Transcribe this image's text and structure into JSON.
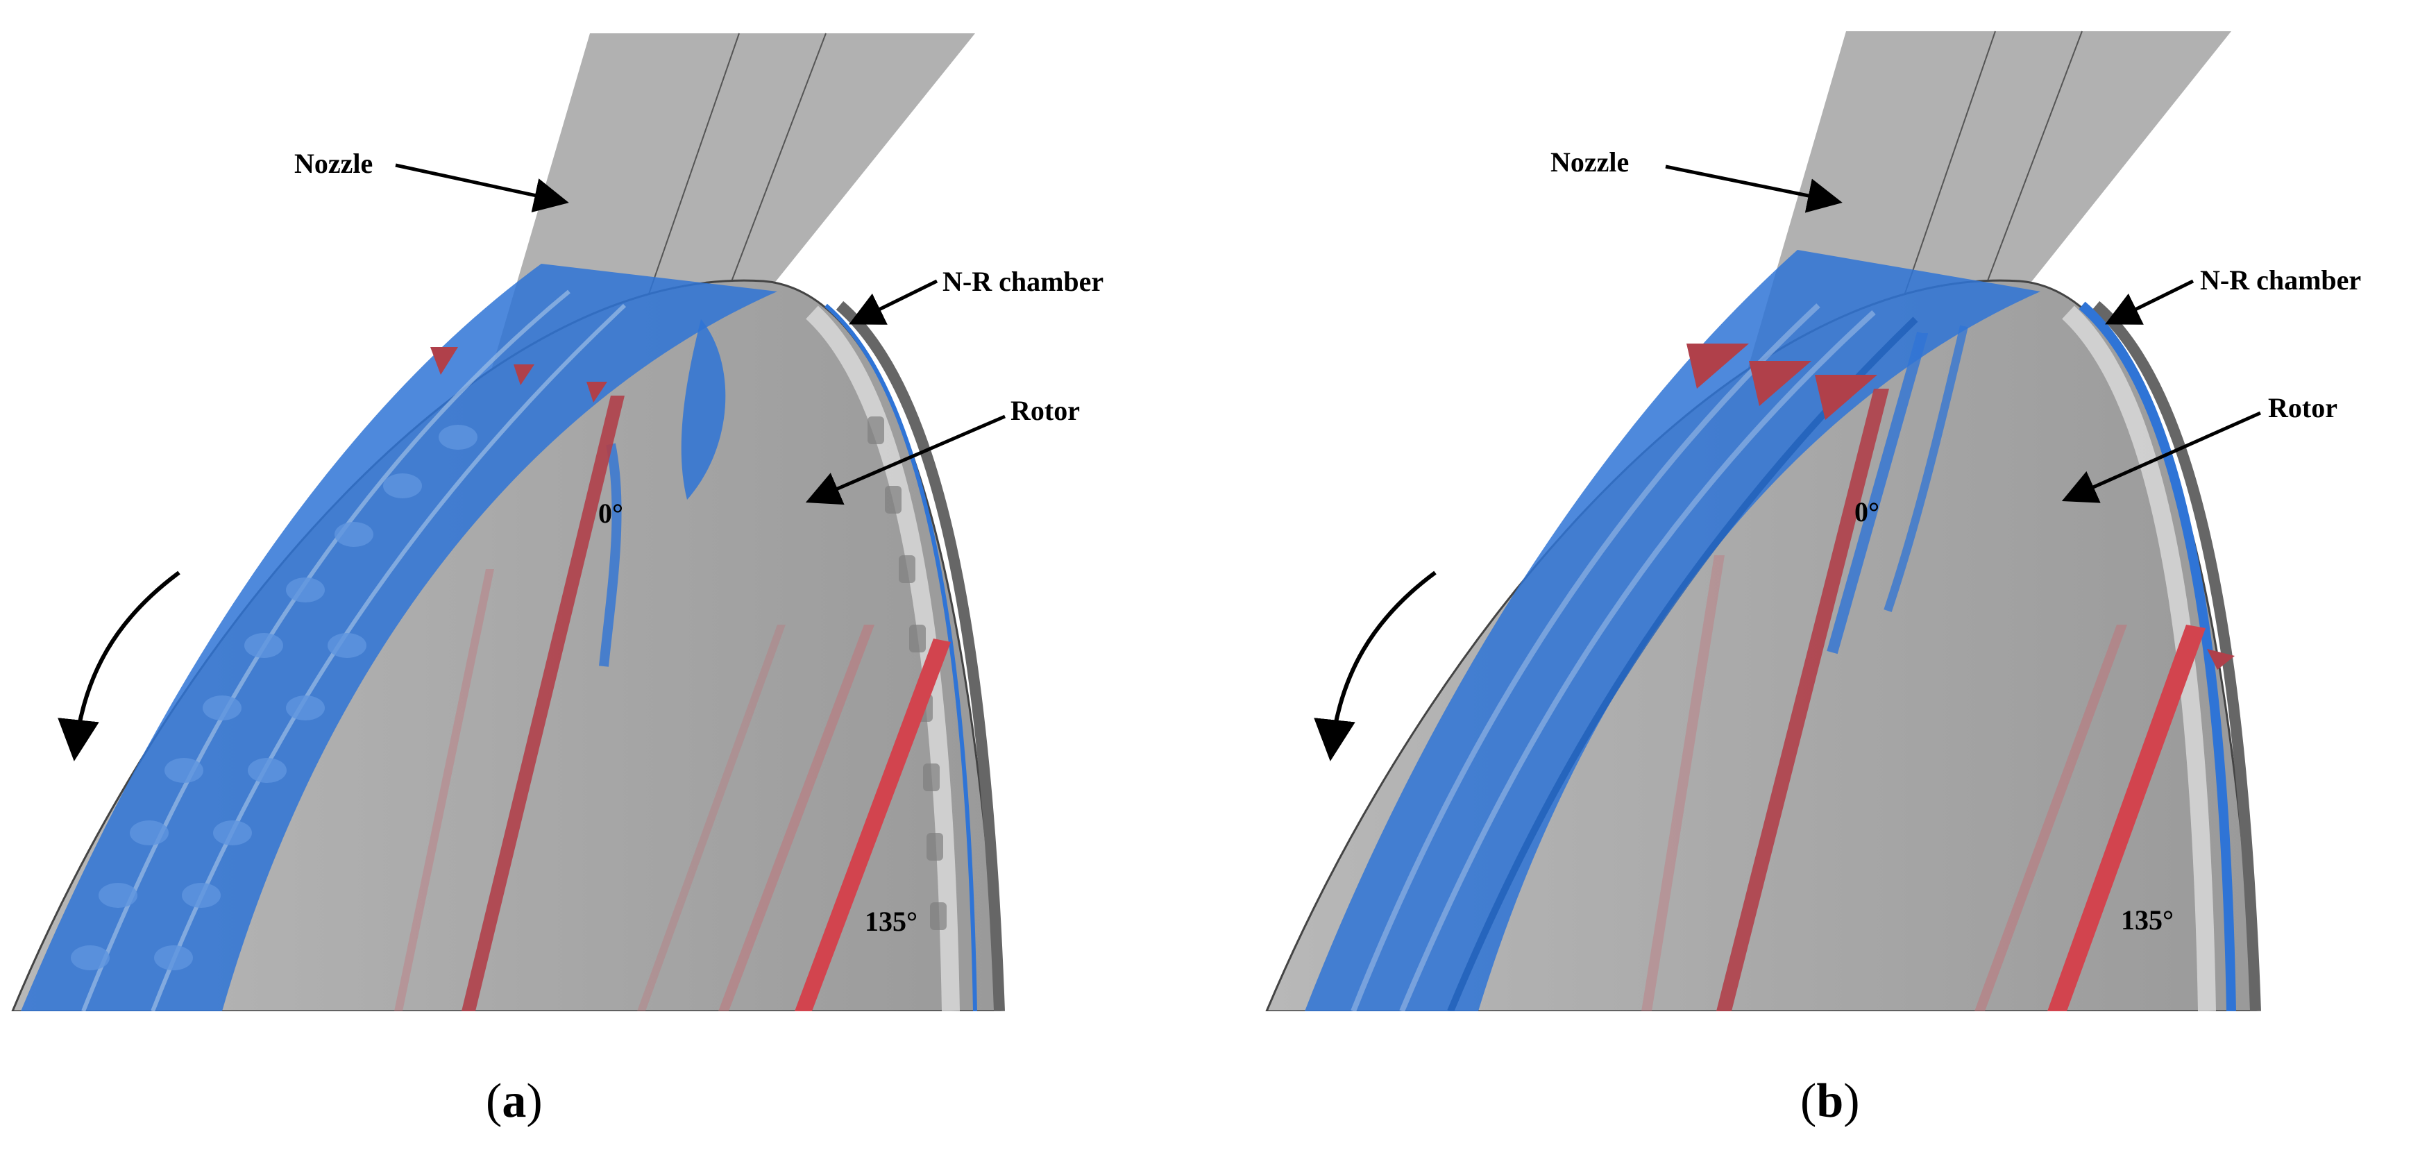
{
  "panel_a": {
    "labels": {
      "nozzle": "Nozzle",
      "nr_chamber": "N-R chamber",
      "rotor": "Rotor",
      "angle_0": "0°",
      "angle_135": "135°"
    },
    "caption_letter": "a"
  },
  "panel_b": {
    "labels": {
      "nozzle": "Nozzle",
      "nr_chamber": "N-R chamber",
      "rotor": "Rotor",
      "angle_0": "0°",
      "angle_135": "135°"
    },
    "caption_letter": "b"
  },
  "colors": {
    "fluid_blue": "#2f74d6",
    "marker_red": "#c8404a",
    "body_gray": "#a8a8a8"
  }
}
